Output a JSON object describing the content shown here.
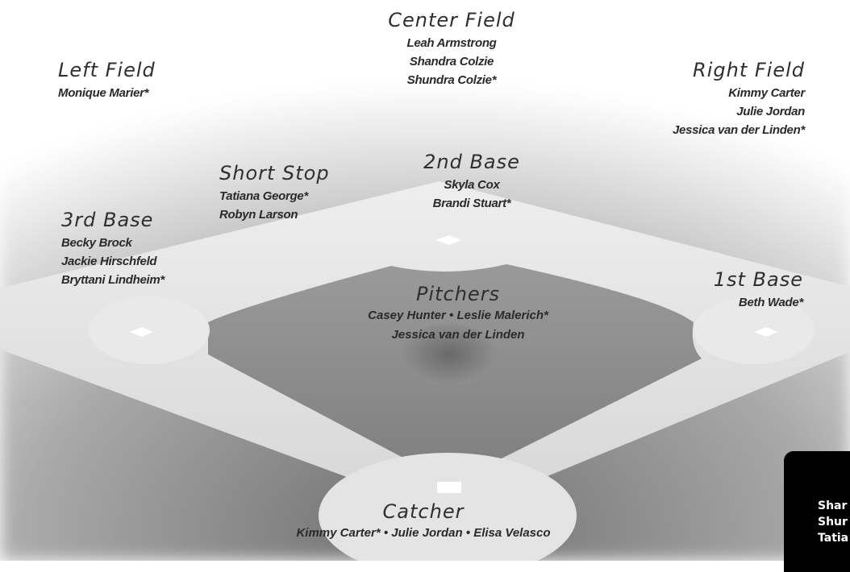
{
  "positions": {
    "center_field": {
      "title": "Center Field",
      "players": [
        "Leah Armstrong",
        "Shandra Colzie",
        "Shundra Colzie*"
      ]
    },
    "left_field": {
      "title": "Left Field",
      "players": [
        "Monique Marier*"
      ]
    },
    "right_field": {
      "title": "Right Field",
      "players": [
        "Kimmy Carter",
        "Julie Jordan",
        "Jessica van der Linden*"
      ]
    },
    "short_stop": {
      "title": "Short Stop",
      "players": [
        "Tatiana George*",
        "Robyn Larson"
      ]
    },
    "second_base": {
      "title": "2nd Base",
      "players": [
        "Skyla Cox",
        "Brandi Stuart*"
      ]
    },
    "third_base": {
      "title": "3rd Base",
      "players": [
        "Becky Brock",
        "Jackie Hirschfeld",
        "Bryttani Lindheim*"
      ]
    },
    "pitchers": {
      "title": "Pitchers",
      "line1": "Casey Hunter • Leslie Malerich*",
      "line2": "Jessica van der Linden"
    },
    "first_base": {
      "title": "1st Base",
      "players": [
        "Beth Wade*"
      ]
    },
    "catcher": {
      "title": "Catcher",
      "line1": "Kimmy Carter* • Julie Jordan • Elisa Velasco"
    }
  },
  "legend_fragment": [
    "Shar",
    "Shur",
    "Tatia"
  ],
  "colors": {
    "field_dark": "#8a8a8a",
    "field_light": "#e6e6e6",
    "text": "#2a2a2a",
    "legend_bg": "#000000"
  }
}
